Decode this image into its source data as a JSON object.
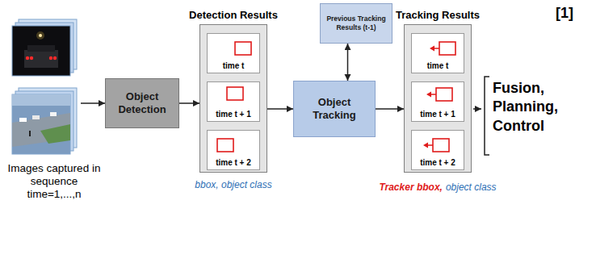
{
  "diagram": {
    "nodes": [
      {
        "text": [
          "Images captured in sequence time=1,...,n"
        ]
      },
      {
        "text": [
          "Object Detection"
        ]
      },
      {
        "text": [
          "Detection Results"
        ]
      },
      {
        "text": [
          "time t"
        ],
        "in": 2
      },
      {
        "text": [
          "time t + 1"
        ],
        "in": 2
      },
      {
        "text": [
          "time t + 2"
        ],
        "in": 2
      },
      {
        "text": [
          "Previous Tracking Results (t-1)"
        ]
      },
      {
        "text": [
          "Object Tracking"
        ]
      },
      {
        "text": [
          "Tracking Results"
        ]
      },
      {
        "text": [
          "time t"
        ],
        "in": 8
      },
      {
        "text": [
          "time t + 1"
        ],
        "in": 8
      },
      {
        "text": [
          "time t + 2"
        ],
        "in": 8
      }
    ],
    "edges": [
      {
        "from": 0,
        "to": 1,
        "arrow": "to"
      },
      {
        "from": 1,
        "to": 2,
        "arrow": "to"
      },
      {
        "from": 2,
        "to": 7,
        "arrow": "to"
      },
      {
        "from": 6,
        "to": 7,
        "arrow": "both"
      },
      {
        "from": 7,
        "to": 8,
        "arrow": "to"
      }
    ],
    "labels": [
      "[1]",
      "bbox, object class",
      "Tracker bbox,",
      "object class",
      "Fusion, Planning, Control"
    ]
  }
}
